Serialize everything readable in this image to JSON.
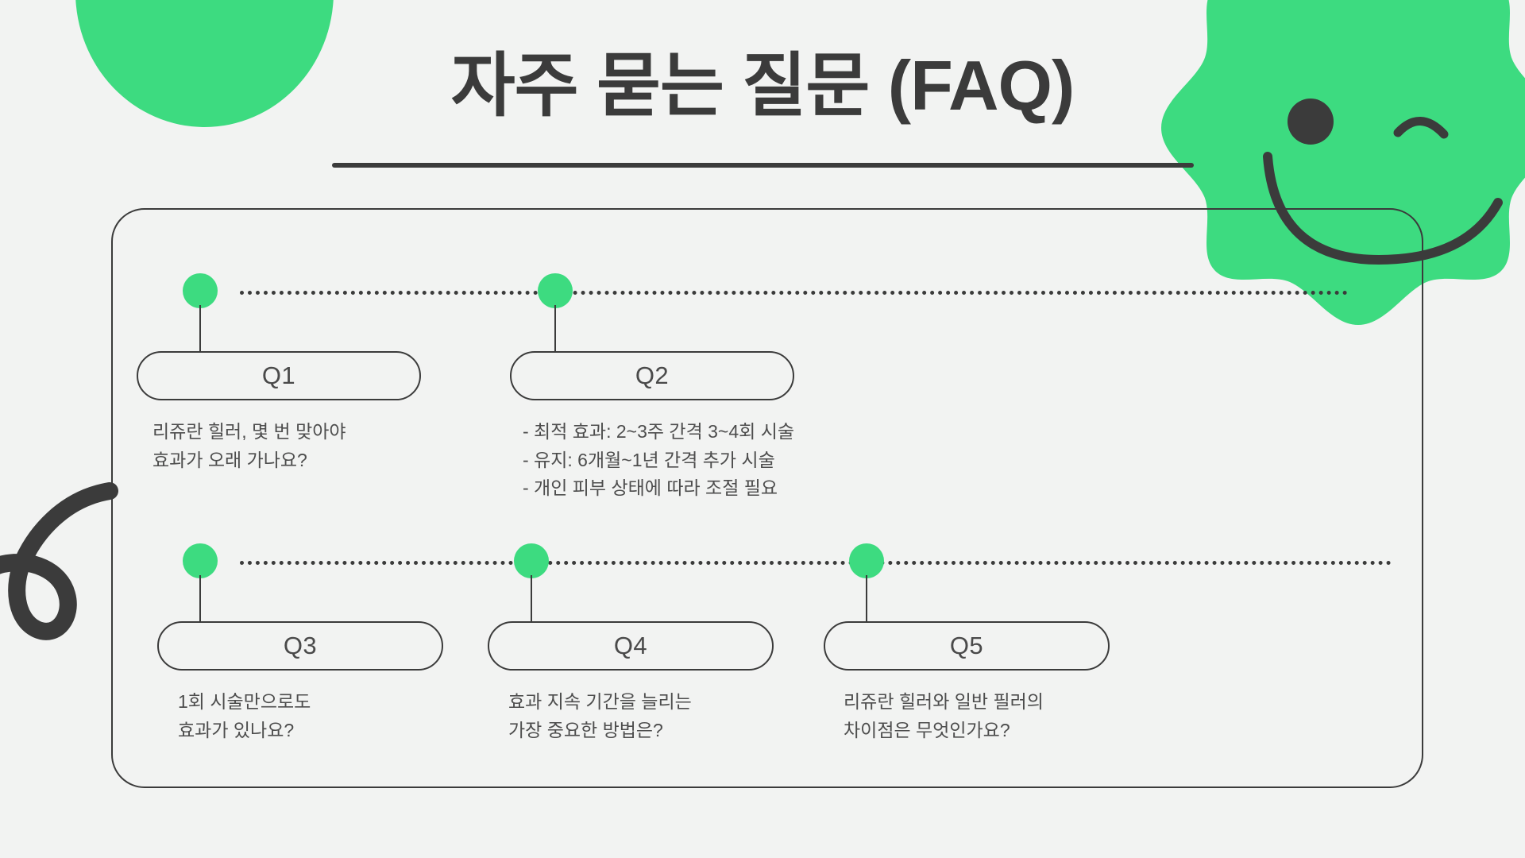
{
  "page": {
    "title": "자주 묻는 질문 (FAQ)",
    "background_color": "#f2f3f2",
    "accent_color": "#3ddb80",
    "ink_color": "#3b3b3b"
  },
  "decorations": {
    "top_left_circle": "green-circle",
    "top_right_flower": "green-flower-smiley",
    "left_squiggle": "dark-loop-squiggle"
  },
  "faq": {
    "rows": [
      {
        "items": [
          {
            "badge": "Q1",
            "text": "리쥬란 힐러, 몇 번 맞아야\n효과가 오래 가나요?"
          },
          {
            "badge": "Q2",
            "text": "- 최적 효과: 2~3주 간격 3~4회 시술\n- 유지: 6개월~1년 간격 추가 시술\n- 개인 피부 상태에 따라 조절 필요"
          }
        ]
      },
      {
        "items": [
          {
            "badge": "Q3",
            "text": "1회 시술만으로도\n효과가 있나요?"
          },
          {
            "badge": "Q4",
            "text": "효과 지속 기간을 늘리는\n가장 중요한 방법은?"
          },
          {
            "badge": "Q5",
            "text": "리쥬란 힐러와 일반 필러의\n차이점은 무엇인가요?"
          }
        ]
      }
    ]
  }
}
